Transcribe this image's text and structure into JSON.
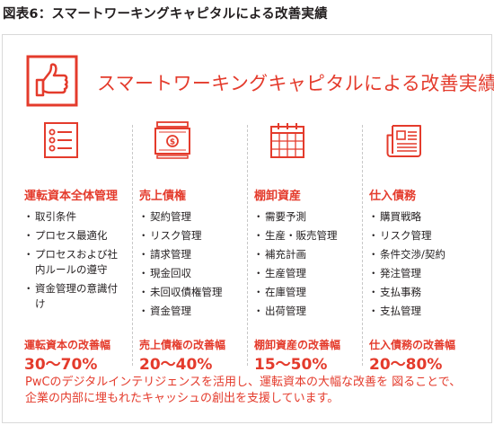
{
  "figure_title": "図表6：スマートワーキングキャピタルによる改善実績",
  "banner": {
    "title": "スマートワーキングキャピタルによる改善実績",
    "icon": "thumbs-up-icon"
  },
  "accent_color": "#e43b2c",
  "columns": [
    {
      "icon": "checklist-icon",
      "heading": "運転資本全体管理",
      "items": [
        "取引条件",
        "プロセス最適化",
        "プロセスおよび社内ルールの遵守",
        "資金管理の意識付け"
      ],
      "metric_label": "運転資本の改善幅",
      "metric_value": "30〜70%"
    },
    {
      "icon": "banknote-icon",
      "heading": "売上債権",
      "items": [
        "契約管理",
        "リスク管理",
        "請求管理",
        "現金回収",
        "未回収債権管理",
        "資金管理"
      ],
      "metric_label": "売上債権の改善幅",
      "metric_value": "20〜40%"
    },
    {
      "icon": "calendar-icon",
      "heading": "棚卸資産",
      "items": [
        "需要予測",
        "生産・販売管理",
        "補充計画",
        "生産管理",
        "在庫管理",
        "出荷管理"
      ],
      "metric_label": "棚卸資産の改善幅",
      "metric_value": "15〜50%"
    },
    {
      "icon": "newspaper-icon",
      "heading": "仕入債務",
      "items": [
        "購買戦略",
        "リスク管理",
        "条件交渉/契約",
        "発注管理",
        "支払事務",
        "支払管理"
      ],
      "metric_label": "仕入債務の改善幅",
      "metric_value": "20〜80%"
    }
  ],
  "footer": {
    "line1": "PwCのデジタルインテリジェンスを活用し、運転資本の大幅な改善を 図ることで、",
    "line2": "企業の内部に埋もれたキャッシュの創出を支援しています。"
  }
}
